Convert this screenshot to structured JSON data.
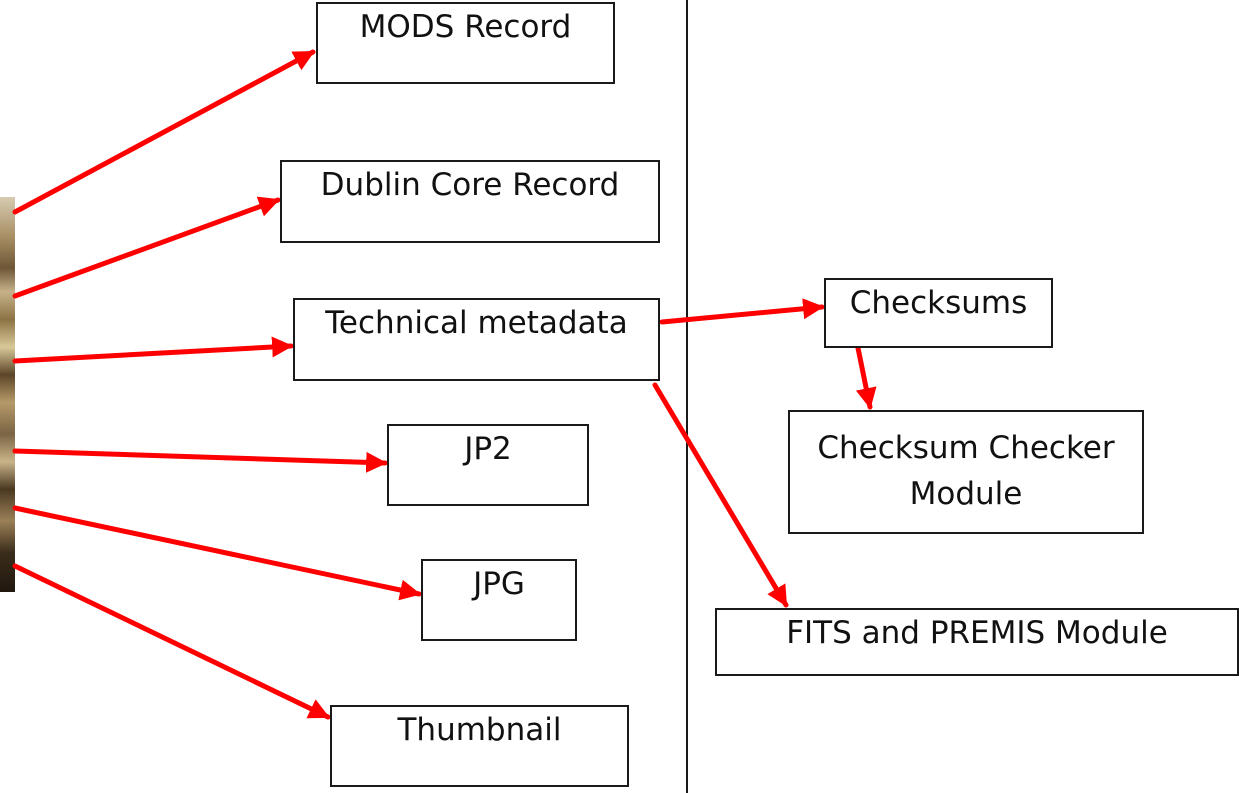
{
  "diagram": {
    "boxes": {
      "mods_record": "MODS Record",
      "dublin_core_record": "Dublin Core Record",
      "technical_metadata": "Technical metadata",
      "jp2": "JP2",
      "jpg": "JPG",
      "thumbnail": "Thumbnail",
      "checksums": "Checksums",
      "checksum_checker_module": "Checksum Checker Module",
      "fits_premis_module": "FITS and PREMIS Module"
    },
    "colors": {
      "arrow": "#ff0000",
      "box_border": "#1a1a1a",
      "divider": "#1a1a1a"
    }
  }
}
